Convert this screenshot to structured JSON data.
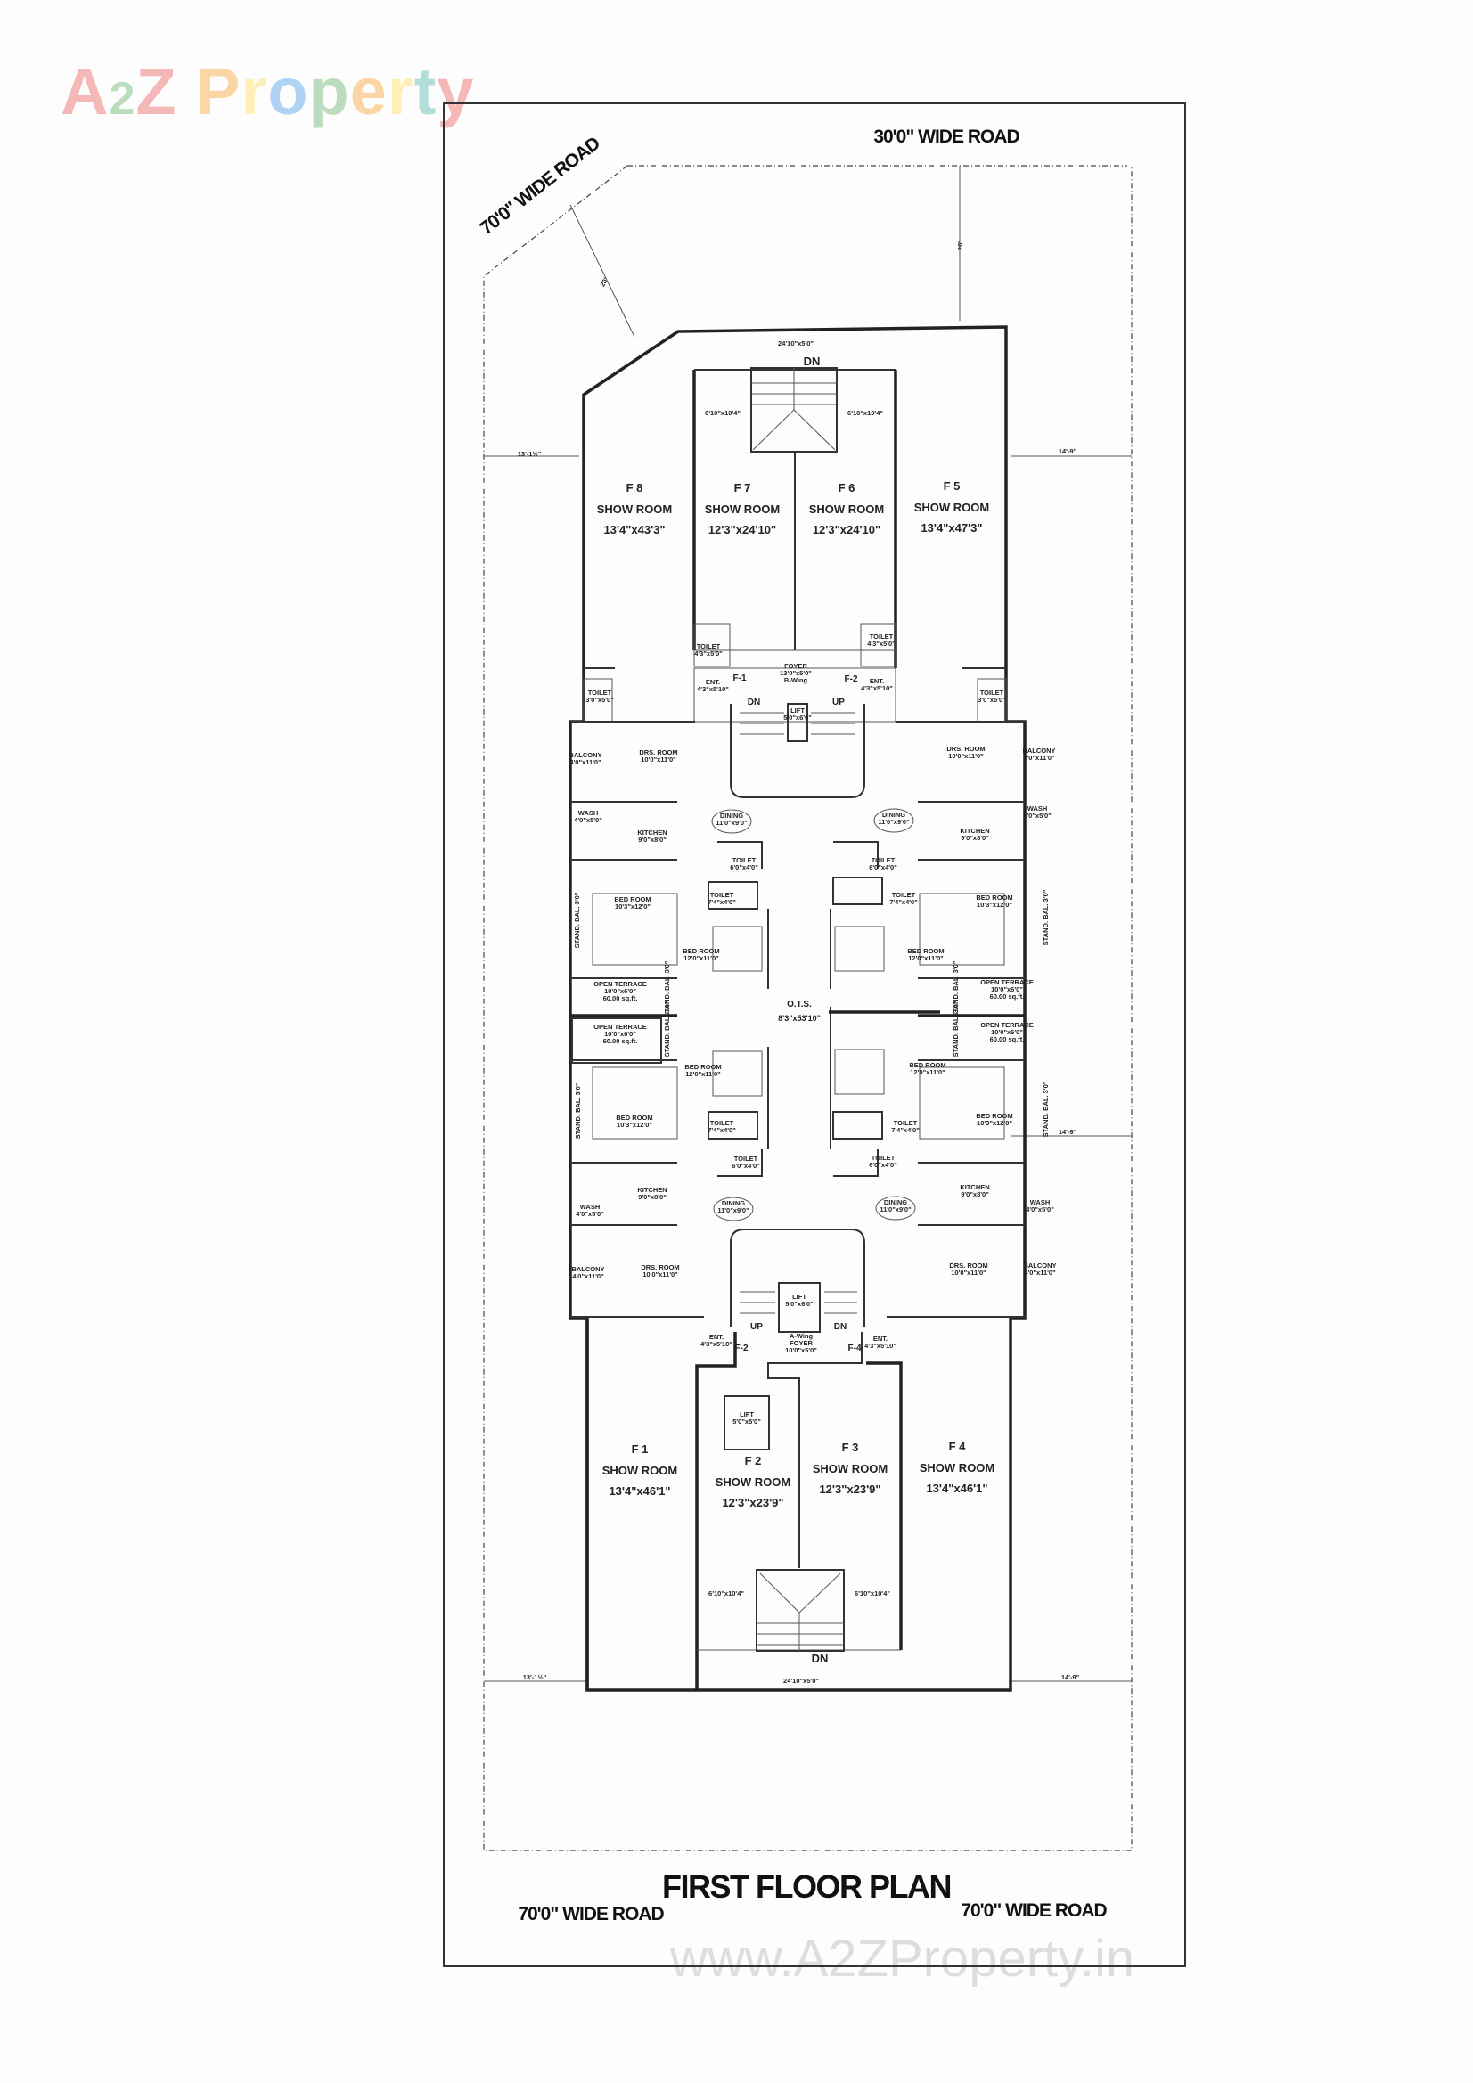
{
  "watermark": {
    "logo_text": "A2Z Property",
    "url": "www.A2ZProperty.in",
    "logo_colors": [
      "#e53935",
      "#43a047",
      "#e53935",
      "#1e88e5",
      "#fb8c00",
      "#fdd835",
      "#1e88e5",
      "#43a047",
      "#fb8c00",
      "#fdd835",
      "#26a69a"
    ]
  },
  "title": "FIRST FLOOR PLAN",
  "roads": {
    "top": "30'0\" WIDE ROAD",
    "diagonal": "70'0\" WIDE ROAD",
    "bottom_left": "70'0\" WIDE ROAD",
    "bottom_right": "70'0\" WIDE ROAD"
  },
  "dimensions": {
    "setback_top": "20'",
    "setback_diagonal": "20'",
    "left_top": "13'-1½\"",
    "right_top": "14'-9\"",
    "right_mid": "14'-9\"",
    "left_bottom": "13'-1½\"",
    "right_bottom": "14'-9\"",
    "top_passage": "24'10\"x5'0\"",
    "top_stair_left": "6'10\"x10'4\"",
    "top_stair_right": "6'10\"x10'4\"",
    "top_stair_dn": "DN",
    "bottom_passage": "24'10\"x5'0\"",
    "bottom_stair_left": "6'10\"x10'4\"",
    "bottom_stair_right": "6'10\"x10'4\"",
    "bottom_stair_dn": "DN"
  },
  "showrooms": [
    {
      "id": "F 8",
      "label": "SHOW ROOM",
      "size": "13'4\"x43'3\""
    },
    {
      "id": "F 7",
      "label": "SHOW ROOM",
      "size": "12'3\"x24'10\""
    },
    {
      "id": "F 6",
      "label": "SHOW ROOM",
      "size": "12'3\"x24'10\""
    },
    {
      "id": "F 5",
      "label": "SHOW ROOM",
      "size": "13'4\"x47'3\""
    },
    {
      "id": "F 1",
      "label": "SHOW ROOM",
      "size": "13'4\"x46'1\""
    },
    {
      "id": "F 2",
      "label": "SHOW ROOM",
      "size": "12'3\"x23'9\""
    },
    {
      "id": "F 3",
      "label": "SHOW ROOM",
      "size": "12'3\"x23'9\""
    },
    {
      "id": "F 4",
      "label": "SHOW ROOM",
      "size": "13'4\"x46'1\""
    }
  ],
  "rooms": [
    {
      "lines": [
        "BALCONY",
        "4'0\"x11'0\""
      ]
    },
    {
      "lines": [
        "DRS. ROOM",
        "10'0\"x11'0\""
      ]
    },
    {
      "lines": [
        "DRS. ROOM",
        "10'0\"x11'0\""
      ]
    },
    {
      "lines": [
        "BALCONY",
        "4'0\"x11'0\""
      ]
    },
    {
      "lines": [
        "WASH",
        "4'0\"x5'0\""
      ]
    },
    {
      "lines": [
        "KITCHEN",
        "9'0\"x8'0\""
      ]
    },
    {
      "lines": [
        "DINING",
        "11'0\"x9'0\""
      ]
    },
    {
      "lines": [
        "DINING",
        "11'0\"x9'0\""
      ]
    },
    {
      "lines": [
        "KITCHEN",
        "9'0\"x8'0\""
      ]
    },
    {
      "lines": [
        "WASH",
        "4'0\"x5'0\""
      ]
    },
    {
      "lines": [
        "TOILET",
        "6'0\"x4'0\""
      ]
    },
    {
      "lines": [
        "TOILET",
        "6'0\"x4'0\""
      ]
    },
    {
      "lines": [
        "TOILET",
        "7'4\"x4'0\""
      ]
    },
    {
      "lines": [
        "TOILET",
        "7'4\"x4'0\""
      ]
    },
    {
      "lines": [
        "BED ROOM",
        "10'3\"x12'0\""
      ]
    },
    {
      "lines": [
        "BED ROOM",
        "10'3\"x12'0\""
      ]
    },
    {
      "lines": [
        "BED ROOM",
        "12'0\"x11'0\""
      ]
    },
    {
      "lines": [
        "BED ROOM",
        "12'0\"x11'0\""
      ]
    },
    {
      "lines": [
        "OPEN TERRACE",
        "10'0\"x6'0\"",
        "60.00 sq.ft."
      ]
    },
    {
      "lines": [
        "OPEN TERRACE",
        "10'0\"x6'0\"",
        "60.00 sq.ft."
      ]
    },
    {
      "lines": [
        "OPEN TERRACE",
        "10'0\"x6'0\"",
        "60.00 sq.ft."
      ]
    },
    {
      "lines": [
        "OPEN TERRACE",
        "10'0\"x6'0\"",
        "60.00 sq.ft."
      ]
    },
    {
      "lines": [
        "BED ROOM",
        "12'0\"x11'0\""
      ]
    },
    {
      "lines": [
        "BED ROOM",
        "12'0\"x11'0\""
      ]
    },
    {
      "lines": [
        "BED ROOM",
        "10'3\"x12'0\""
      ]
    },
    {
      "lines": [
        "BED ROOM",
        "10'3\"x12'0\""
      ]
    },
    {
      "lines": [
        "TOILET",
        "7'4\"x4'0\""
      ]
    },
    {
      "lines": [
        "TOILET",
        "7'4\"x4'0\""
      ]
    },
    {
      "lines": [
        "TOILET",
        "6'0\"x4'0\""
      ]
    },
    {
      "lines": [
        "TOILET",
        "6'0\"x4'0\""
      ]
    },
    {
      "lines": [
        "KITCHEN",
        "9'0\"x8'0\""
      ]
    },
    {
      "lines": [
        "KITCHEN",
        "9'0\"x8'0\""
      ]
    },
    {
      "lines": [
        "WASH",
        "4'0\"x5'0\""
      ]
    },
    {
      "lines": [
        "WASH",
        "4'0\"x5'0\""
      ]
    },
    {
      "lines": [
        "DINING",
        "11'0\"x9'0\""
      ]
    },
    {
      "lines": [
        "DINING",
        "11'0\"x9'0\""
      ]
    },
    {
      "lines": [
        "BALCONY",
        "4'0\"x11'0\""
      ]
    },
    {
      "lines": [
        "BALCONY",
        "4'0\"x11'0\""
      ]
    },
    {
      "lines": [
        "DRS. ROOM",
        "10'0\"x11'0\""
      ]
    },
    {
      "lines": [
        "DRS. ROOM",
        "10'0\"x11'0\""
      ]
    },
    {
      "lines": [
        "TOILET",
        "4'3\"x5'0\""
      ]
    },
    {
      "lines": [
        "TOILET",
        "4'3\"x5'0\""
      ]
    },
    {
      "lines": [
        "TOILET",
        "3'0\"x5'0\""
      ]
    },
    {
      "lines": [
        "TOILET",
        "3'0\"x5'0\""
      ]
    },
    {
      "lines": [
        "LIFT",
        "5'0\"x6'0\""
      ]
    },
    {
      "lines": [
        "LIFT",
        "5'0\"x6'0\""
      ]
    },
    {
      "lines": [
        "LIFT",
        "5'0\"x5'0\""
      ]
    },
    {
      "lines": [
        "FOYER",
        "13'0\"x5'0\"",
        "B-Wing"
      ]
    },
    {
      "lines": [
        "A-Wing",
        "FOYER",
        "10'0\"x5'0\""
      ]
    },
    {
      "lines": [
        "ENT.",
        "4'3\"x5'10\""
      ]
    },
    {
      "lines": [
        "ENT.",
        "4'3\"x5'10\""
      ]
    },
    {
      "lines": [
        "ENT.",
        "4'3\"x5'10\""
      ]
    },
    {
      "lines": [
        "ENT.",
        "4'3\"x5'10\""
      ]
    }
  ],
  "ots": {
    "label": "O.T.S.",
    "size": "8'3\"x53'10\""
  },
  "marks": [
    "F-1",
    "F-2",
    "DN",
    "UP",
    "UP",
    "DN",
    "F-2",
    "F-4"
  ],
  "stand_balcony": "STAND. BAL. 3'0\""
}
